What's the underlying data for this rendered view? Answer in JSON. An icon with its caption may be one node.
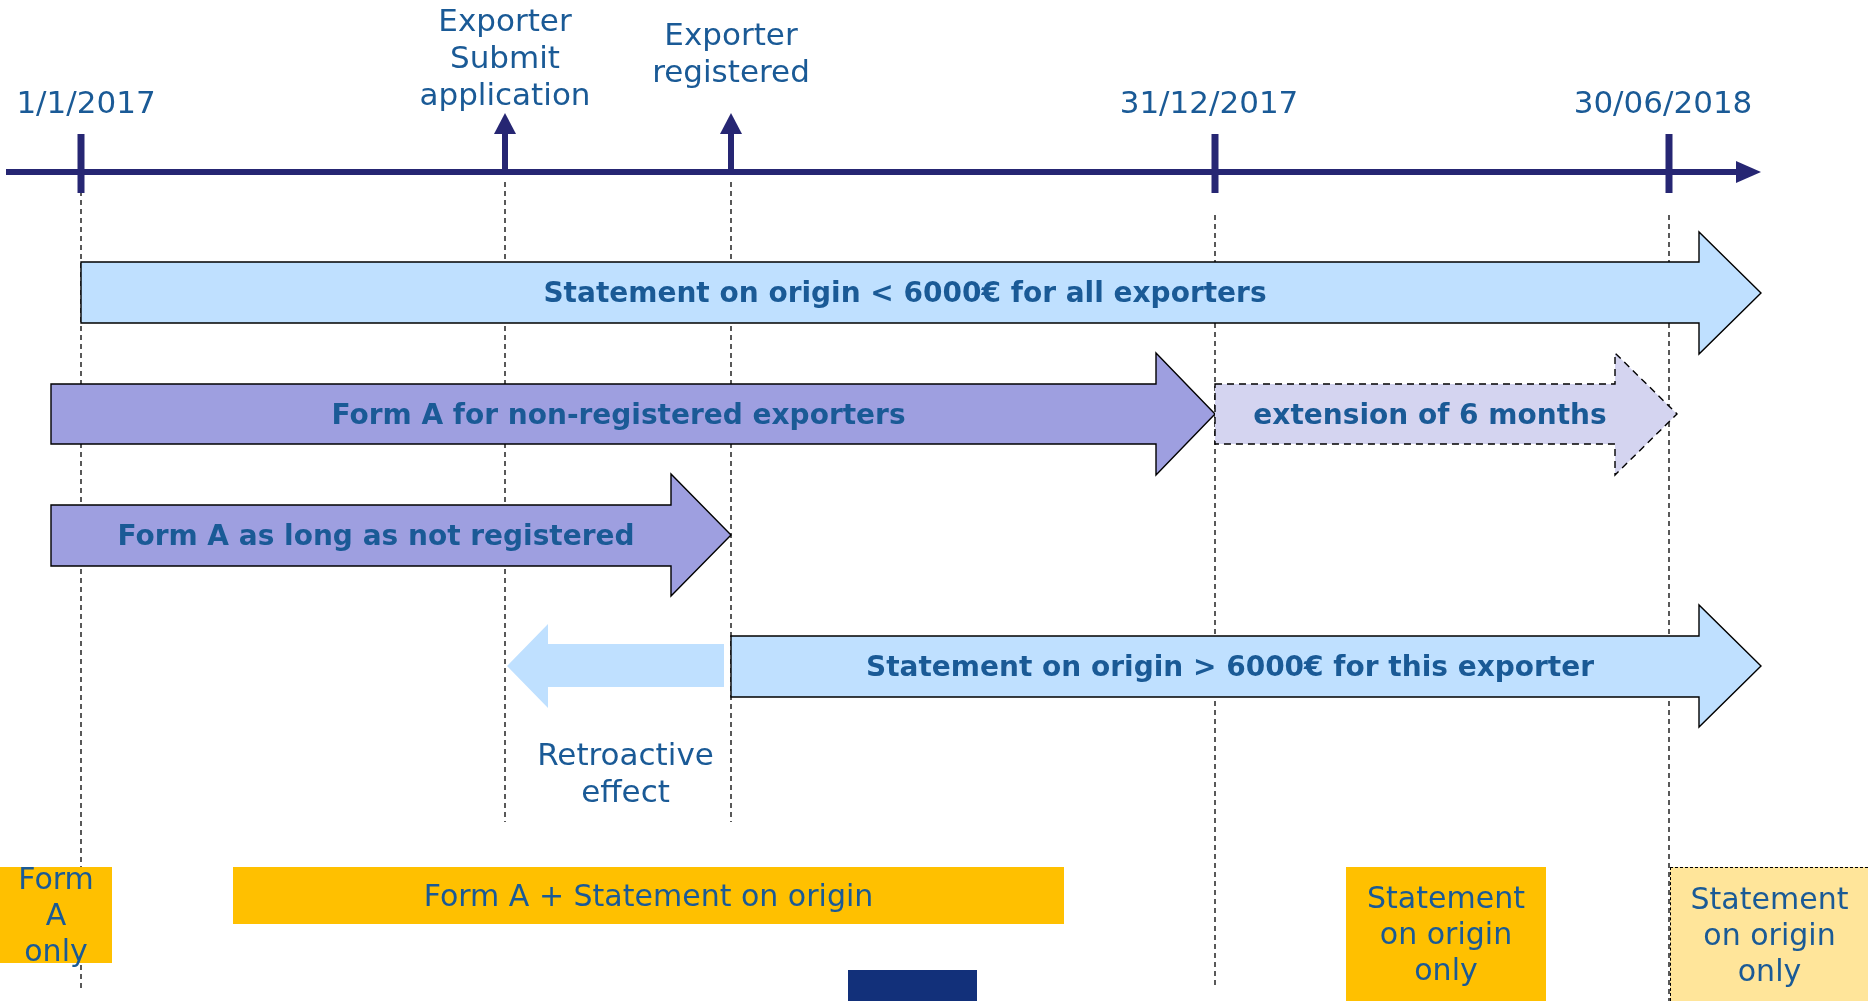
{
  "diagram": {
    "nodes": [
      {
        "text": [
          "Statement on origin < 6000€ for all exporters"
        ]
      },
      {
        "text": [
          "Form A for non-registered exporters"
        ]
      },
      {
        "text": [
          "extension of 6 months"
        ]
      },
      {
        "text": [
          "Form A as long as not registered"
        ]
      },
      {
        "text": [
          "Statement on origin > 6000€ for this exporter"
        ]
      },
      {
        "text": [],
        "shape": "arrow",
        "beside": [
          "Retroactive effect"
        ]
      },
      {
        "text": [
          "Form A only"
        ]
      },
      {
        "text": [
          "Form A + Statement on origin"
        ]
      },
      {
        "text": [
          "Statement on origin only"
        ]
      },
      {
        "text": [
          "Statement on origin only"
        ]
      },
      {
        "text": [],
        "shape": "box"
      }
    ],
    "labels": [
      "Exporter Submit application",
      "Exporter registered",
      "1/1/2017",
      "31/12/2017",
      "30/06/2018"
    ]
  }
}
